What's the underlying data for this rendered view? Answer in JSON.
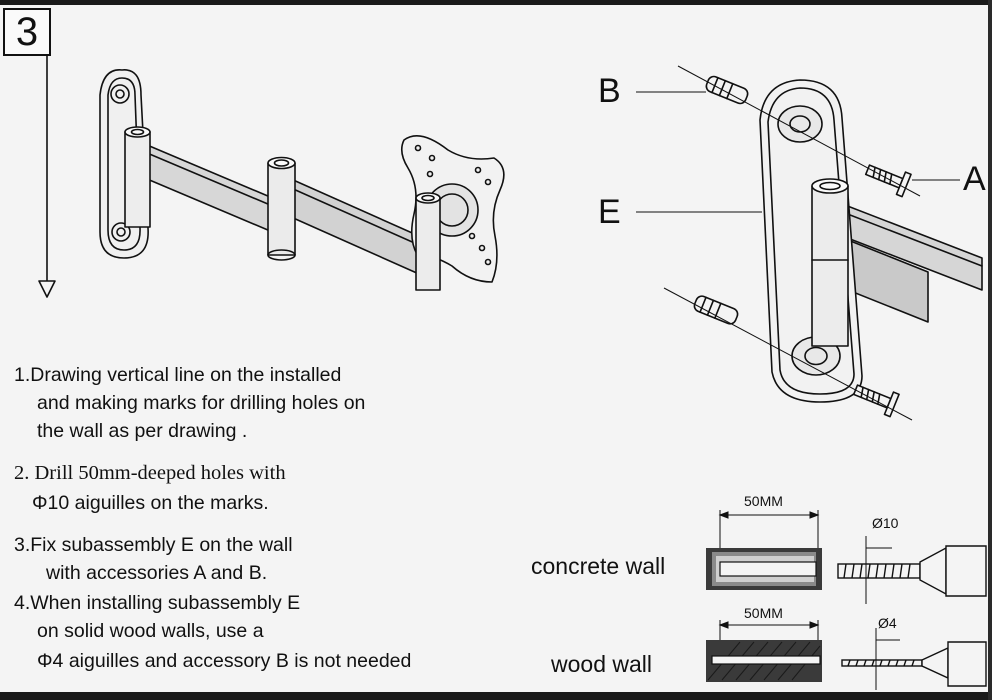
{
  "step_number": "3",
  "callouts": {
    "a": "A",
    "b": "B",
    "e": "E"
  },
  "instructions": [
    {
      "lines": [
        "1.Drawing vertical line on the installed",
        "and making marks for  drilling holes on",
        "the wall as per drawing ."
      ]
    },
    {
      "lines": [
        "2. Drill 50mm-deeped holes with",
        "Φ10 aiguilles on the marks."
      ]
    },
    {
      "lines": [
        "3.Fix subassembly E on the wall",
        "with accessories A and B."
      ]
    },
    {
      "lines": [
        "4.When installing subassembly E",
        "on solid wood walls, use a",
        "Φ4 aiguilles and accessory B is not needed"
      ]
    }
  ],
  "drilling": {
    "concrete": {
      "label": "concrete wall",
      "depth": "50MM",
      "bit_diameter": "Ø10"
    },
    "wood": {
      "label": "wood wall",
      "depth": "50MM",
      "bit_diameter": "Ø4"
    }
  }
}
